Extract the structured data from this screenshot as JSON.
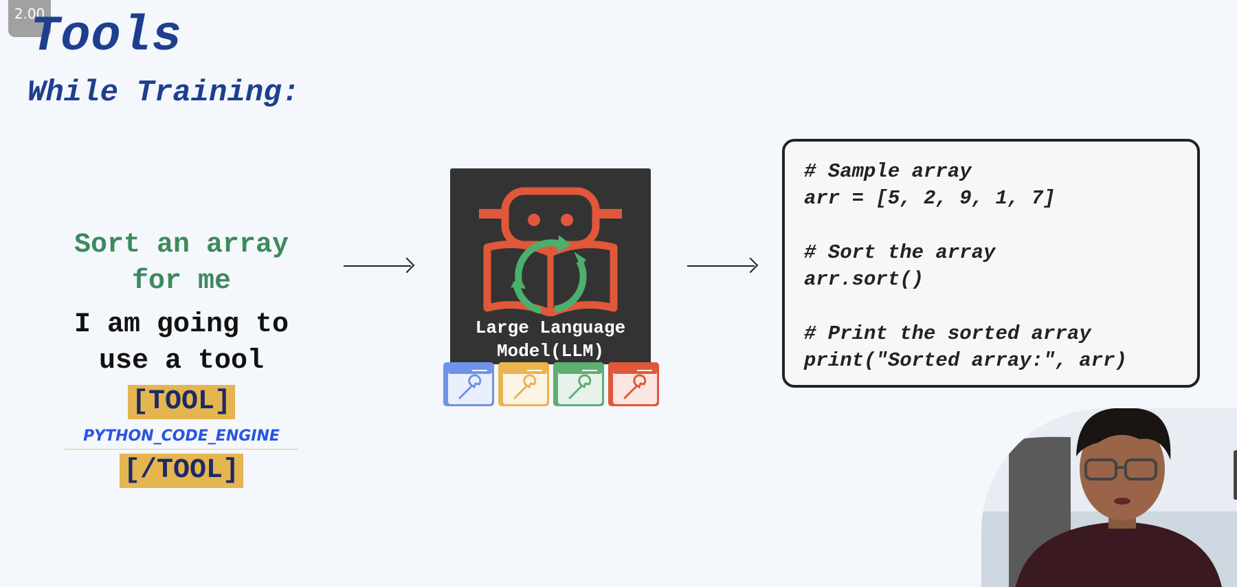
{
  "overlay": {
    "speed": "2.00"
  },
  "slide": {
    "title": "Tools",
    "subtitle": "While Training:"
  },
  "left": {
    "prompt_line1": "Sort an array",
    "prompt_line2": "for me",
    "reply_line1": "I am going to",
    "reply_line2": "use a tool",
    "tool_open": "[TOOL]",
    "engine": "PYTHON_CODE_ENGINE",
    "tool_close": "[/TOOL]"
  },
  "llm": {
    "label_line1": "Large Language",
    "label_line2": "Model(LLM)",
    "icon": "robot-reading-book-icon",
    "tool_tiles": [
      {
        "icon": "wrench-window-icon",
        "color": "#6f93e6"
      },
      {
        "icon": "wrench-window-icon",
        "color": "#eab44f"
      },
      {
        "icon": "wrench-window-icon",
        "color": "#5faf72"
      },
      {
        "icon": "wrench-window-icon",
        "color": "#e0573a"
      }
    ]
  },
  "code": {
    "lines": [
      "# Sample array",
      "arr = [5, 2, 9, 1, 7]",
      "",
      "# Sort the array",
      "arr.sort()",
      "",
      "# Print the sorted array",
      "print(\"Sorted array:\", arr)"
    ]
  },
  "colors": {
    "title": "#1e3f8f",
    "prompt": "#3c8a5d",
    "tool_tag_bg": "#e5b550",
    "engine": "#2a55e0",
    "llm_bg": "#333333",
    "robot": "#e0573a",
    "cycle": "#4caf6e"
  }
}
